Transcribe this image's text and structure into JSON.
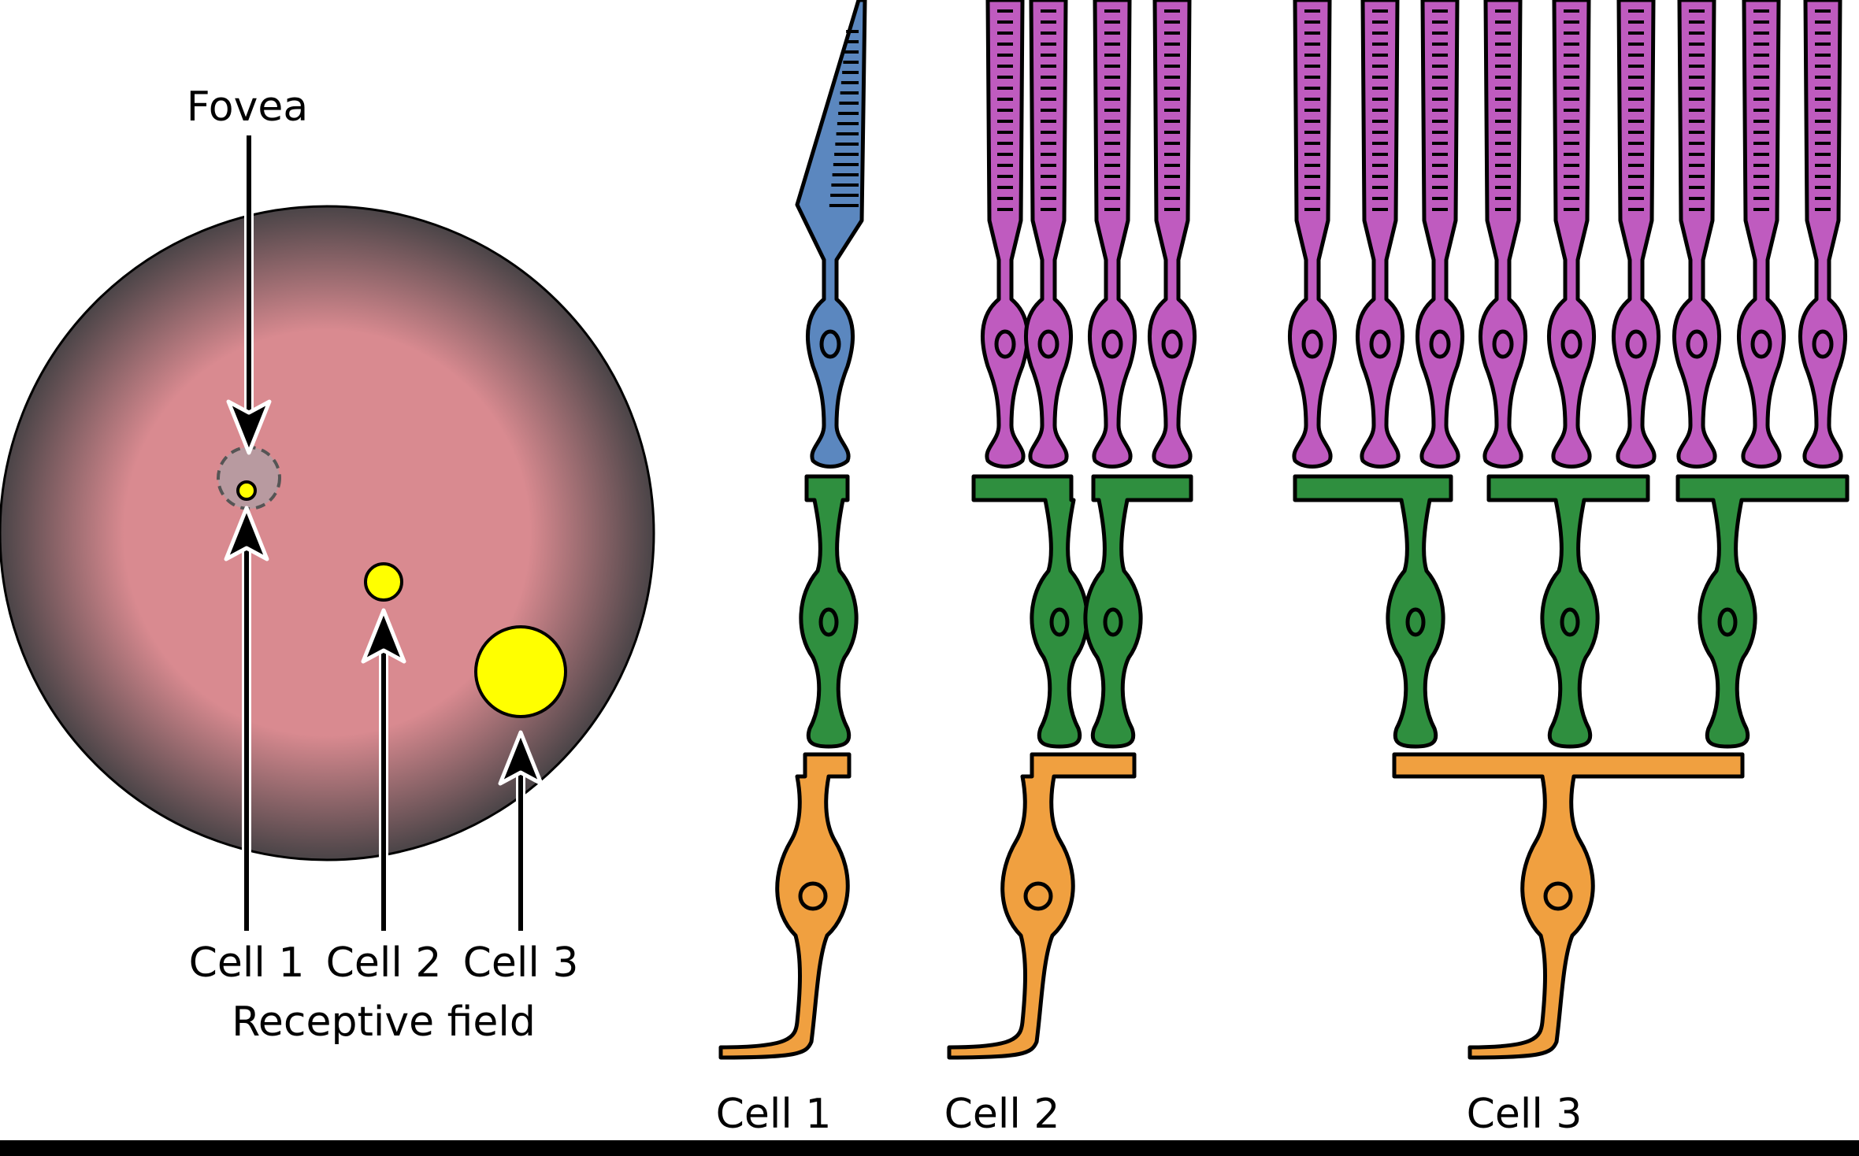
{
  "retina": {
    "fovea_label": "Fovea",
    "receptive_field_label": "Receptive field",
    "cell_labels": [
      "Cell 1",
      "Cell 2",
      "Cell 3"
    ]
  },
  "circuits": {
    "cell_labels": [
      "Cell 1",
      "Cell 2",
      "Cell 3"
    ]
  },
  "colors": {
    "retina_center": "#d98a90",
    "retina_edge": "#4a4447",
    "fovea": "#b89aa0",
    "receptive_field": "#ffff00",
    "cone": "#5b87bf",
    "rod": "#bf5bbf",
    "bipolar": "#2f8f3f",
    "ganglion": "#f0a040"
  },
  "icons": [
    "cone-photoreceptor-icon",
    "rod-photoreceptor-icon",
    "bipolar-cell-icon",
    "ganglion-cell-icon"
  ]
}
